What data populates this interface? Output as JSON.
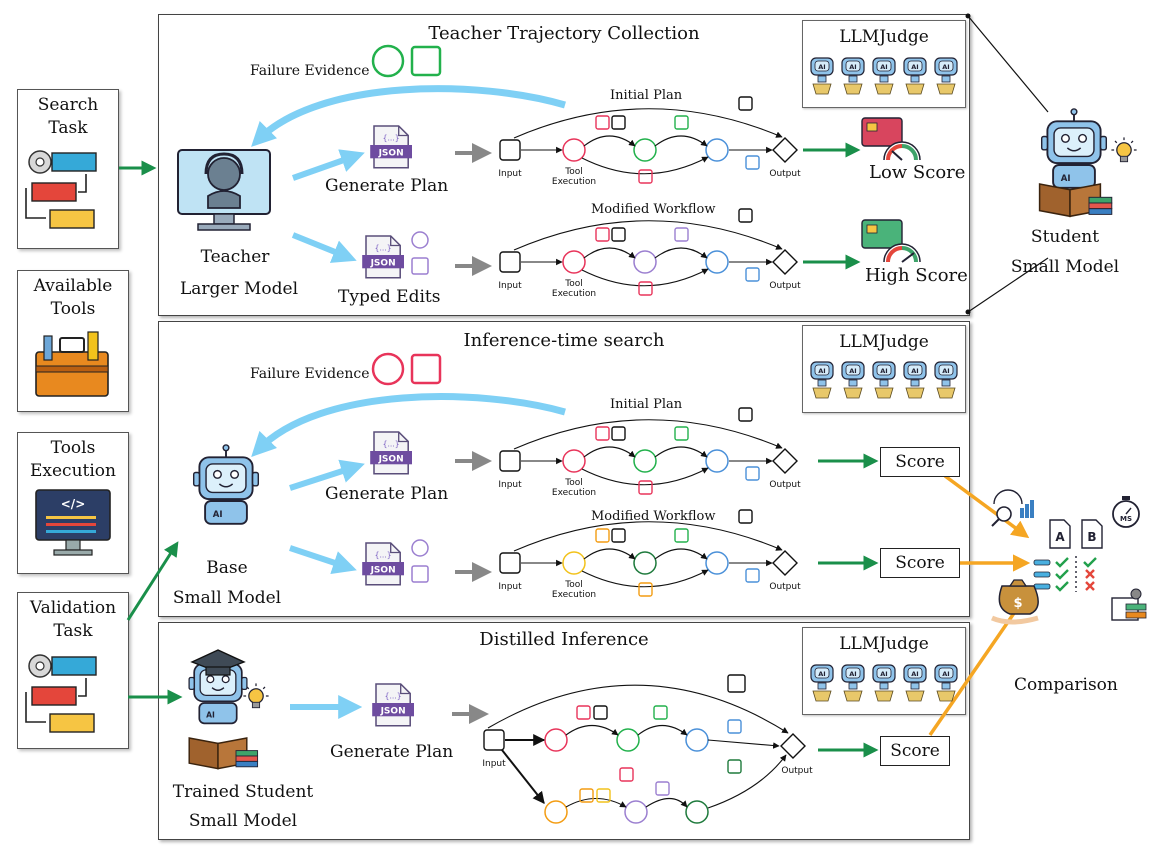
{
  "sidebar": {
    "search_task": "Search\nTask",
    "available_tools": "Available\nTools",
    "tools_execution": "Tools\nExecution",
    "validation_task": "Validation\nTask"
  },
  "panel_teacher": {
    "title": "Teacher Trajectory Collection",
    "failure_evidence": "Failure Evidence",
    "teacher_label_1": "Teacher",
    "teacher_label_2": "Larger Model",
    "generate_plan": "Generate Plan",
    "typed_edits": "Typed Edits",
    "initial_plan": "Initial Plan",
    "modified_workflow": "Modified Workflow",
    "low_score": "Low Score",
    "high_score": "High Score"
  },
  "panel_inference": {
    "title": "Inference-time search",
    "failure_evidence": "Failure Evidence",
    "base_label_1": "Base",
    "base_label_2": "Small Model",
    "generate_plan": "Generate Plan",
    "initial_plan": "Initial Plan",
    "modified_workflow": "Modified Workflow",
    "score_1": "Score",
    "score_2": "Score"
  },
  "panel_distilled": {
    "title": "Distilled Inference",
    "trained_label_1": "Trained Student",
    "trained_label_2": "Small Model",
    "generate_plan": "Generate Plan",
    "score": "Score"
  },
  "workflow": {
    "input": "Input",
    "tool_execution": "Tool\nExecution",
    "output": "Output",
    "json": "JSON",
    "json_brace": "{...}"
  },
  "judge": {
    "title": "LLMJudge",
    "badge": "AI"
  },
  "student": {
    "label_1": "Student",
    "label_2": "Small Model"
  },
  "comparison": {
    "label": "Comparison",
    "doc_a": "A",
    "doc_b": "B",
    "ms": "MS",
    "dollar": "$"
  },
  "colors": {
    "blue_arrow": "#7fd0f5",
    "green_arrow": "#1a8f4a",
    "orange_arrow": "#f5a623",
    "red": "#e8345a",
    "green": "#22b14c",
    "blue_node": "#4a90d9",
    "purple": "#9b7fd0",
    "yellow": "#f2c21b",
    "orange": "#f39c12",
    "dark_green": "#1e7a3c"
  }
}
